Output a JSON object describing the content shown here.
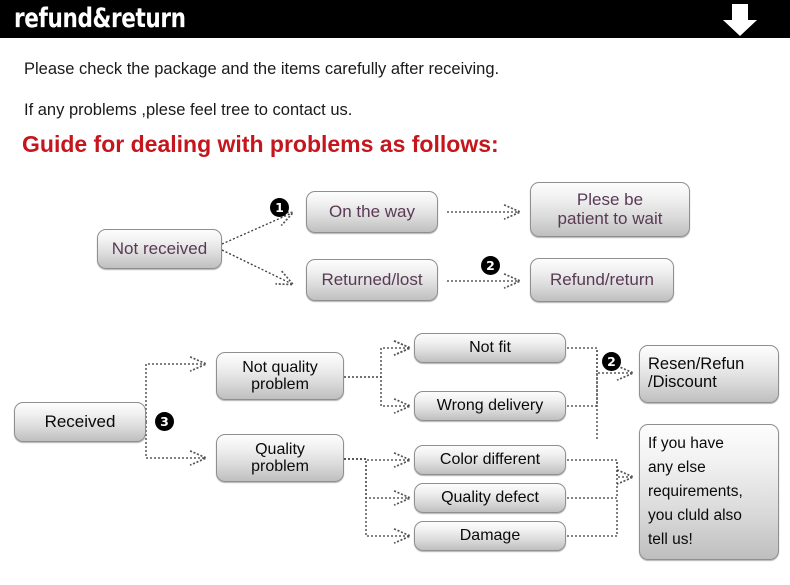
{
  "header": {
    "title": "refund&return",
    "arrow_icon": "down-arrow-icon",
    "background": "#000000",
    "text_color": "#ffffff"
  },
  "intro": {
    "line1": "Please check the package and the items carefully after receiving.",
    "line2": "If any problems ,plese feel tree to contact us.",
    "headline": "Guide for dealing with problems as follows:",
    "headline_color": "#C4161C"
  },
  "flow_not_received": {
    "start": "Not received",
    "branch_a": "On the way",
    "branch_b": "Returned/lost",
    "result_a": "Plese be\npatient to wait",
    "result_a_line1": "Plese be",
    "result_a_line2": "patient to wait",
    "result_b": "Refund/return",
    "badge_1": "❶",
    "badge_1_num": "1",
    "badge_2_num": "2",
    "text_color": "#593A55"
  },
  "flow_received": {
    "start": "Received",
    "badge_3_num": "3",
    "badge_2_num": "2",
    "category_a_line1": "Not quality",
    "category_a_line2": "problem",
    "category_b_line1": "Quality",
    "category_b_line2": "problem",
    "not_quality_items": [
      "Not fit",
      "Wrong delivery"
    ],
    "quality_items": [
      "Color different",
      "Quality defect",
      "Damage"
    ],
    "result_line1": "Resen/Refun",
    "result_line2": "/Discount",
    "note_lines": [
      "If you have",
      "any else",
      "requirements,",
      "you cluld also",
      "tell us!"
    ],
    "text_color": "#0a0a0a"
  },
  "style": {
    "box_border": "#8f8f8f",
    "connector_color": "#3a3a3a",
    "badge_bg": "#000000"
  }
}
